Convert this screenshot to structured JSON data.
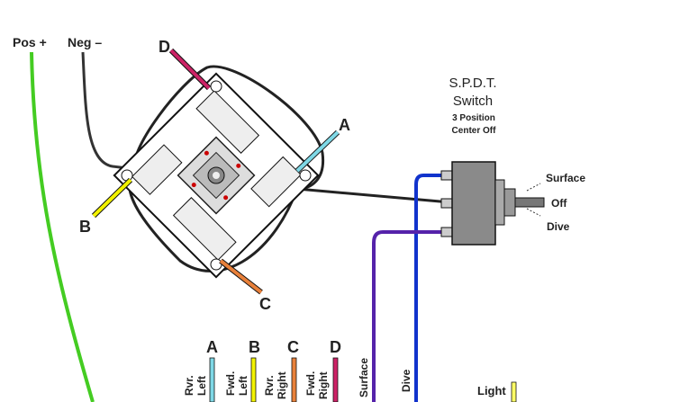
{
  "power": {
    "pos_label": "Pos +",
    "neg_label": "Neg –"
  },
  "switch": {
    "title_line1": "S.P.D.T.",
    "title_line2": "Switch",
    "subtitle_line1": "3 Position",
    "subtitle_line2": "Center Off",
    "positions": [
      "Surface",
      "Off",
      "Dive"
    ]
  },
  "wire_letters": {
    "a": "A",
    "b": "B",
    "c": "C",
    "d": "D"
  },
  "legend": [
    {
      "letter": "A",
      "line1": "Rvr.",
      "line2": "Left",
      "color": "#7fd8e6"
    },
    {
      "letter": "B",
      "line1": "Fwd.",
      "line2": "Left",
      "color": "#f2f200"
    },
    {
      "letter": "C",
      "line1": "Rvr.",
      "line2": "Right",
      "color": "#e8803a"
    },
    {
      "letter": "D",
      "line1": "Fwd.",
      "line2": "Right",
      "color": "#cc2266"
    }
  ],
  "bottom_labels": {
    "surface": "Surface",
    "dive": "Dive",
    "light": "Light"
  },
  "colors": {
    "pos_wire": "#44cc22",
    "neg_wire": "#333333",
    "surface_wire": "#5522aa",
    "dive_wire": "#1133cc",
    "switch_body": "#8a8a8a",
    "light_wire": "#ffff66"
  }
}
